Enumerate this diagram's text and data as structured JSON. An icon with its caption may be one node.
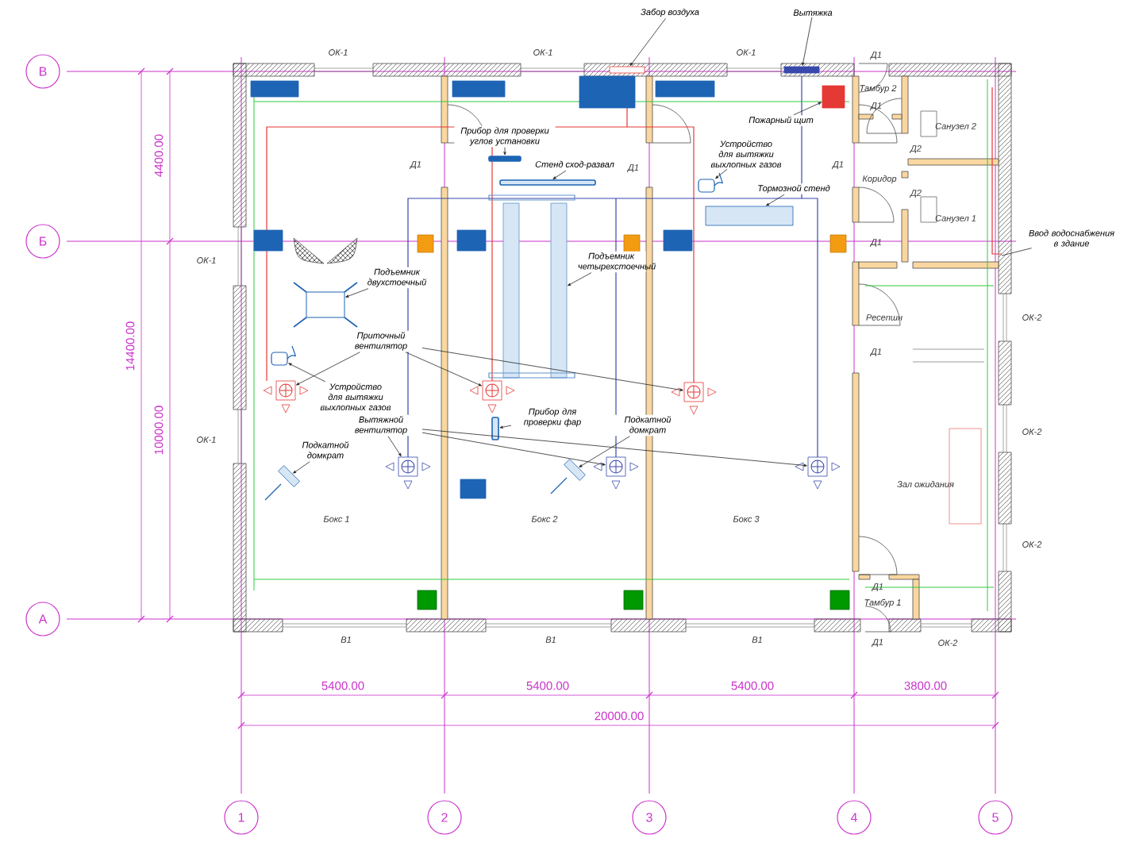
{
  "diagram": {
    "nodes": [
      {
        "text": [
          "Забор воздуха"
        ]
      },
      {
        "text": [],
        "shape": "box"
      },
      {
        "text": [
          "Вытяжка"
        ]
      },
      {
        "text": [],
        "shape": "box"
      },
      {
        "text": [
          "Пожарный щит"
        ]
      },
      {
        "text": [],
        "shape": "box"
      },
      {
        "text": [
          "Прибор для проверки углов установки"
        ]
      },
      {
        "text": [],
        "shape": "bar"
      },
      {
        "text": [
          "Стенд сход-развал"
        ]
      },
      {
        "text": [],
        "shape": "bar"
      },
      {
        "text": [
          "Устройство для вытяжки выхлопных газов"
        ]
      },
      {
        "text": [],
        "shape": "picture"
      },
      {
        "text": [
          "Тормозной стенд"
        ]
      },
      {
        "text": [],
        "shape": "box"
      },
      {
        "text": [
          "Подъемник двухстоечный"
        ]
      },
      {
        "text": [],
        "shape": "picture"
      },
      {
        "text": [
          "Подъемник четырехстоечный"
        ]
      },
      {
        "text": [],
        "shape": "picture"
      },
      {
        "text": [
          "Устройство для вытяжки выхлопных газов"
        ]
      },
      {
        "text": [],
        "shape": "picture"
      },
      {
        "text": [
          "Приточный вентилятор"
        ]
      },
      {
        "text": [],
        "shape": "picture"
      },
      {
        "text": [],
        "shape": "picture"
      },
      {
        "text": [],
        "shape": "picture"
      },
      {
        "text": [
          "Вытяжной вентилятор"
        ]
      },
      {
        "text": [],
        "shape": "picture"
      },
      {
        "text": [],
        "shape": "picture"
      },
      {
        "text": [],
        "shape": "picture"
      },
      {
        "text": [
          "Подкатной домкрат"
        ]
      },
      {
        "text": [],
        "shape": "picture"
      },
      {
        "text": [
          "Прибор для проверки фар"
        ]
      },
      {
        "text": [],
        "shape": "bar"
      },
      {
        "text": [
          "Подкатной домкрат"
        ]
      },
      {
        "text": [],
        "shape": "picture"
      },
      {
        "text": [
          "Ввод водоснабжения в здание"
        ]
      },
      {
        "text": [
          "В"
        ]
      },
      {
        "text": [
          "Б"
        ]
      },
      {
        "text": [
          "А"
        ]
      },
      {
        "text": [
          "1"
        ]
      },
      {
        "text": [
          "2"
        ]
      },
      {
        "text": [
          "3"
        ]
      },
      {
        "text": [
          "4"
        ]
      },
      {
        "text": [
          "5"
        ]
      }
    ],
    "edges": [
      {
        "from": 0,
        "to": 1,
        "arrow": "to"
      },
      {
        "from": 2,
        "to": 3,
        "arrow": "to"
      },
      {
        "from": 4,
        "to": 5,
        "arrow": "to"
      },
      {
        "from": 6,
        "to": 7,
        "arrow": "to"
      },
      {
        "from": 8,
        "to": 9,
        "arrow": "to"
      },
      {
        "from": 10,
        "to": 11,
        "arrow": "to"
      },
      {
        "from": 12,
        "to": 13,
        "arrow": "to"
      },
      {
        "from": 14,
        "to": 15,
        "arrow": "to"
      },
      {
        "from": 16,
        "to": 17,
        "arrow": "to"
      },
      {
        "from": 18,
        "to": 19,
        "arrow": "to"
      },
      {
        "from": 20,
        "to": 21,
        "arrow": "to"
      },
      {
        "from": 20,
        "to": 22,
        "arrow": "to"
      },
      {
        "from": 20,
        "to": 23,
        "arrow": "to"
      },
      {
        "from": 24,
        "to": 25,
        "arrow": "to"
      },
      {
        "from": 24,
        "to": 26,
        "arrow": "to"
      },
      {
        "from": 24,
        "to": 27,
        "arrow": "to"
      },
      {
        "from": 28,
        "to": 29,
        "arrow": "to"
      },
      {
        "from": 30,
        "to": 31,
        "arrow": "to"
      },
      {
        "from": 32,
        "to": 33,
        "arrow": "to"
      },
      {
        "from": 34,
        "to": null,
        "arrow": "none"
      }
    ],
    "labels": [
      "ОК-1",
      "ОК-1",
      "ОК-1",
      "Д1",
      "Тамбур 2",
      "Д1",
      "Санузел 2",
      "Д2",
      "Д1",
      "Д1",
      "Д1",
      "Коридор",
      "Д2",
      "Санузел 1",
      "ОК-1",
      "Д1",
      "Ресепшн",
      "Д1",
      "ОК-2",
      "ОК-1",
      "ОК-2",
      "Зал ожидания",
      "Бокс 1",
      "Бокс 2",
      "Бокс 3",
      "ОК-2",
      "Д1",
      "Тамбур 1",
      "В1",
      "В1",
      "В1",
      "Д1",
      "ОК-2",
      "4400.00",
      "14400.00",
      "10000.00",
      "5400.00",
      "5400.00",
      "5400.00",
      "3800.00",
      "20000.00"
    ]
  }
}
